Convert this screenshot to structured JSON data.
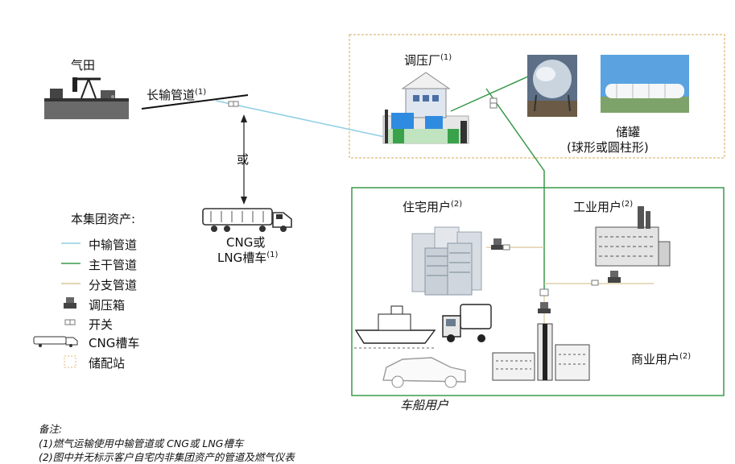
{
  "nodes": {
    "gas_field": "气田",
    "long_pipeline": "长输管道",
    "long_pipeline_note": "(1)",
    "or_label": "或",
    "cng_truck_line1": "CNG或",
    "cng_truck_line2": "LNG槽车",
    "cng_truck_note": "(1)",
    "regulator_station": "调压厂",
    "regulator_station_note": "(1)",
    "storage_tank_line1": "储罐",
    "storage_tank_line2": "(球形或圆柱形)",
    "residential_users": "住宅用户",
    "residential_note": "(2)",
    "industrial_users": "工业用户",
    "industrial_note": "(2)",
    "commercial_users": "商业用户",
    "commercial_note": "(2)",
    "vehicle_ship_users": "车船用户"
  },
  "legend": {
    "title": "本集团资产:",
    "items": [
      {
        "label": "中输管道",
        "color": "#8ecfe3"
      },
      {
        "label": "主干管道",
        "color": "#3a9a4a"
      },
      {
        "label": "分支管道",
        "color": "#d9c79a"
      },
      {
        "label": "调压箱",
        "color": "#444444"
      },
      {
        "label": "开关",
        "color": "#555555"
      },
      {
        "label": "CNG槽车",
        "color": "#444444"
      },
      {
        "label": "储配站",
        "color": "#e0c48a"
      }
    ]
  },
  "notes": {
    "heading": "备注:",
    "line1": "(1)燃气运输使用中输管道或 CNG或 LNG槽车",
    "line2": "(2)图中并无标示客户自宅内非集团资产的管道及燃气仪表"
  }
}
